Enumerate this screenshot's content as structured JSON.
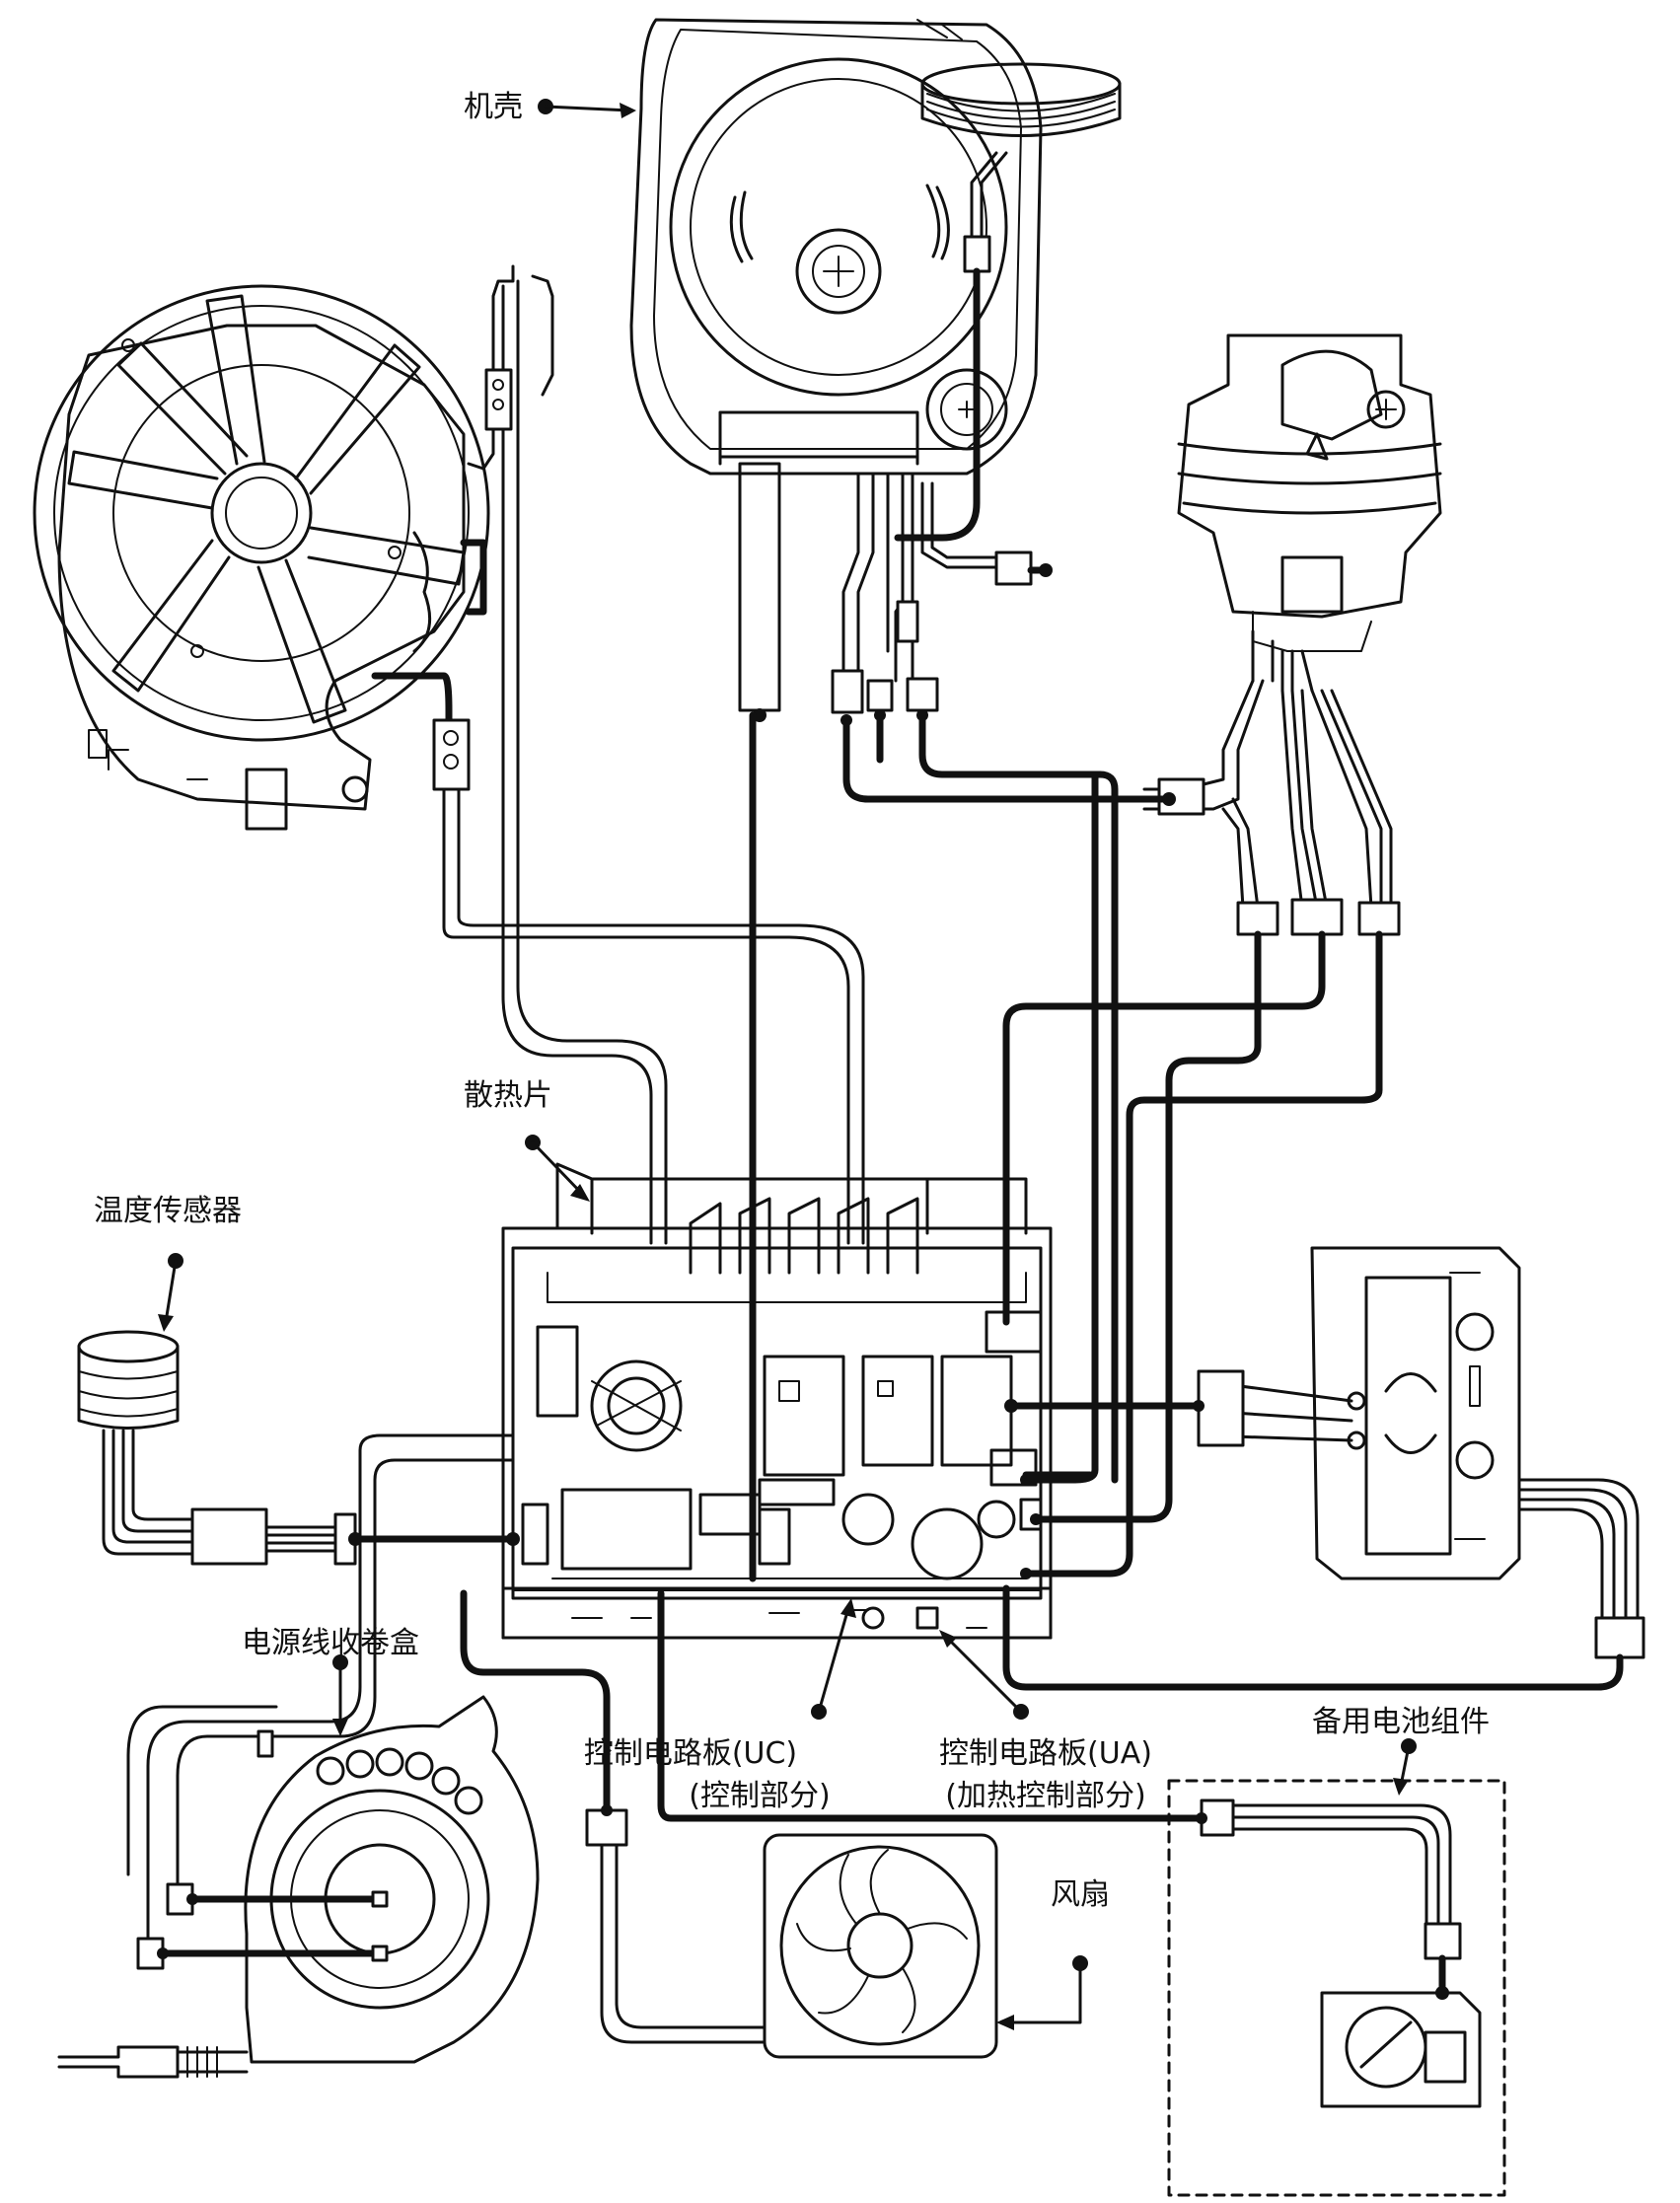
{
  "labels": {
    "housing": "机壳",
    "heat_sink": "散热片",
    "temp_sensor": "温度传感器",
    "cord_reel": "电源线收卷盒",
    "control_board_uc_line1": "控制电路板(UC)",
    "control_board_uc_line2": "(控制部分)",
    "control_board_ua_line1": "控制电路板(UA)",
    "control_board_ua_line2": "(加热控制部分)",
    "backup_battery": "备用电池组件",
    "fan": "风扇"
  }
}
